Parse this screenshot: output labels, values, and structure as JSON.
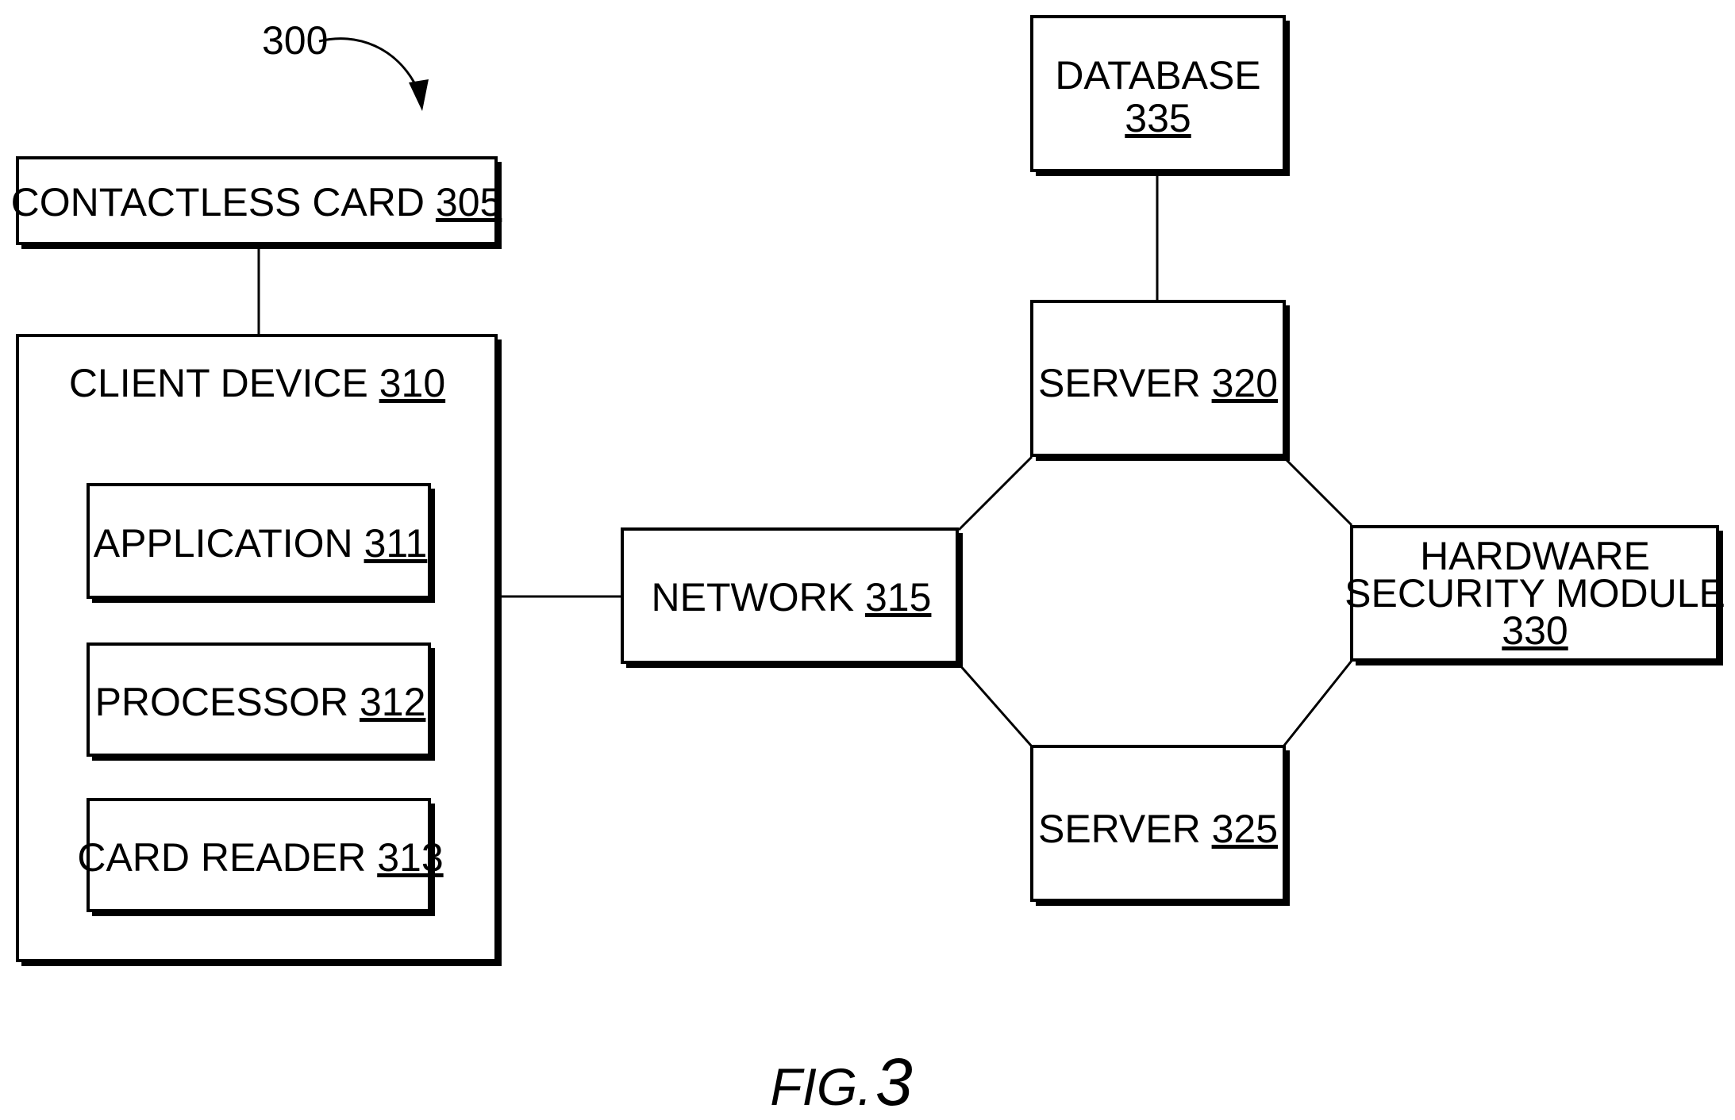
{
  "figure_ref": "300",
  "figure_caption": {
    "prefix": "FIG.",
    "number": "3"
  },
  "boxes": {
    "contactless_card": {
      "name": "CONTACTLESS CARD",
      "ref": "305"
    },
    "client_device": {
      "name": "CLIENT DEVICE",
      "ref": "310"
    },
    "application": {
      "name": "APPLICATION",
      "ref": "311"
    },
    "processor": {
      "name": "PROCESSOR",
      "ref": "312"
    },
    "card_reader": {
      "name": "CARD READER",
      "ref": "313"
    },
    "network": {
      "name": "NETWORK",
      "ref": "315"
    },
    "server_320": {
      "name": "SERVER",
      "ref": "320"
    },
    "server_325": {
      "name": "SERVER",
      "ref": "325"
    },
    "hsm": {
      "name_line1": "HARDWARE",
      "name_line2": "SECURITY MODULE",
      "ref": "330"
    },
    "database": {
      "name": "DATABASE",
      "ref": "335"
    }
  }
}
